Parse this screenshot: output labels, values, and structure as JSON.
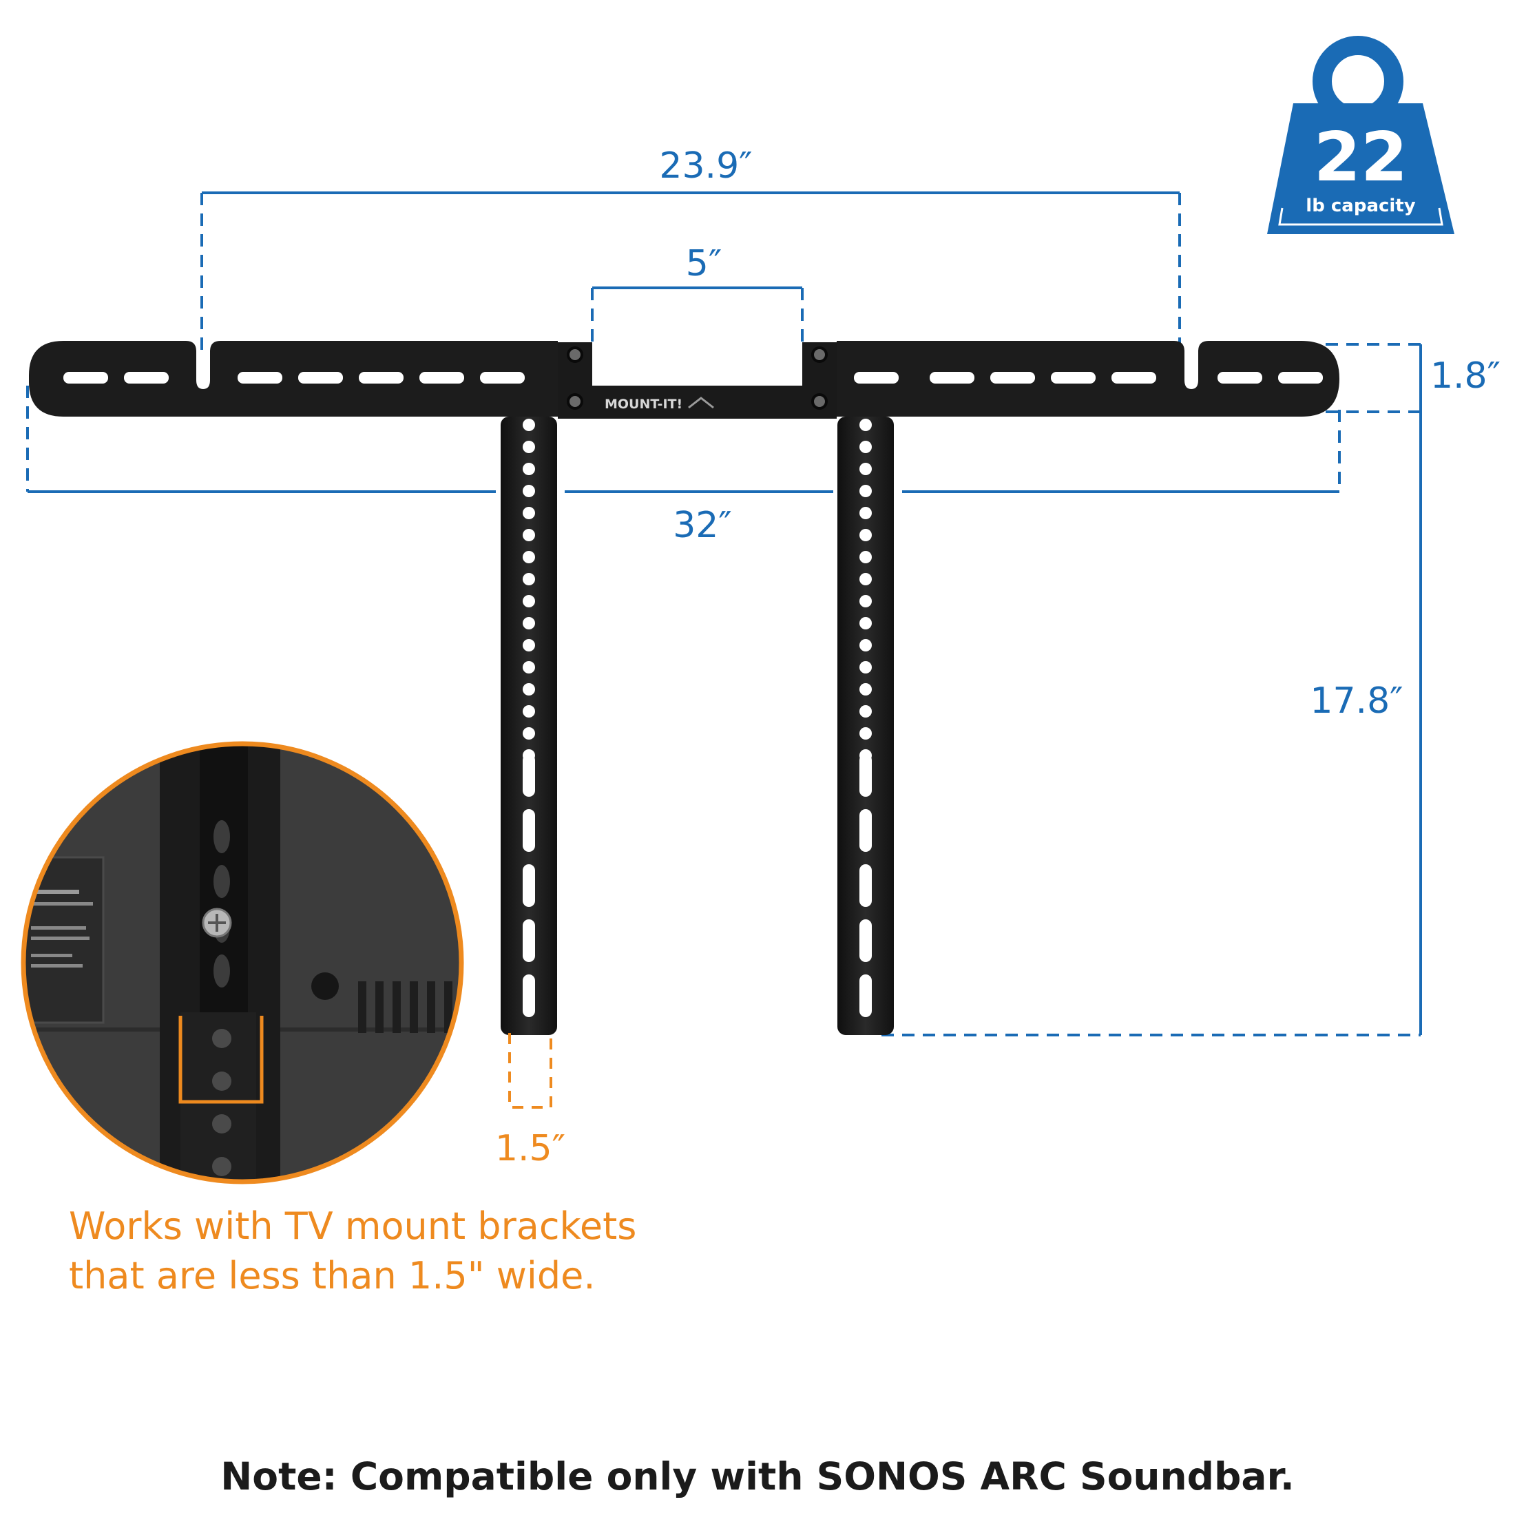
{
  "dimensions": {
    "outer_hole_span": "23.9″",
    "center_gap": "5″",
    "bar_height": "1.8″",
    "overall_width": "32″",
    "arm_length": "17.8″",
    "arm_width": "1.5″"
  },
  "badge": {
    "value": "22",
    "label": "lb capacity"
  },
  "brand_label": "MOUNT-IT!",
  "caption": {
    "line1": "Works with TV mount brackets",
    "line2": "that are less than 1.5\" wide."
  },
  "note": "Note: Compatible only with SONOS ARC Soundbar.",
  "colors": {
    "dimension_blue": "#1a6bb5",
    "accent_orange": "#ee8a1f",
    "badge_blue": "#1a6bb5",
    "bracket_black": "#1c1c1c"
  },
  "icons": {
    "badge": "weight-icon"
  }
}
